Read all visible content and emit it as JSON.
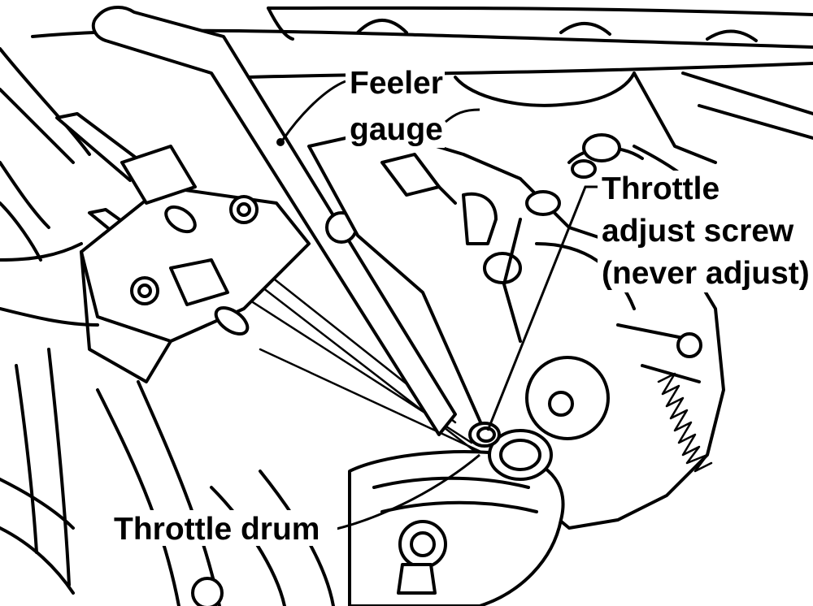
{
  "labels": {
    "feeler_gauge_line1": "Feeler",
    "feeler_gauge_line2": "gauge",
    "throttle_adjust_line1": "Throttle",
    "throttle_adjust_line2": "adjust screw",
    "throttle_adjust_line3": "(never adjust)",
    "throttle_drum": "Throttle drum"
  }
}
